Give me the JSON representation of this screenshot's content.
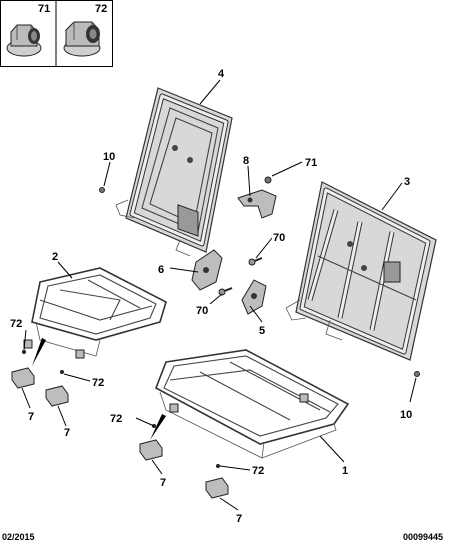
{
  "inset": {
    "nut_labels": [
      "71",
      "72"
    ]
  },
  "callouts": {
    "c1": "1",
    "c2": "2",
    "c3": "3",
    "c4": "4",
    "c5": "5",
    "c6": "6",
    "c7a": "7",
    "c7b": "7",
    "c7c": "7",
    "c7d": "7",
    "c8": "8",
    "c10a": "10",
    "c10b": "10",
    "c70a": "70",
    "c70b": "70",
    "c71": "71",
    "c72a": "72",
    "c72b": "72",
    "c72c": "72",
    "c72d": "72"
  },
  "footer": {
    "date": "02/2015",
    "reference": "00099445"
  }
}
